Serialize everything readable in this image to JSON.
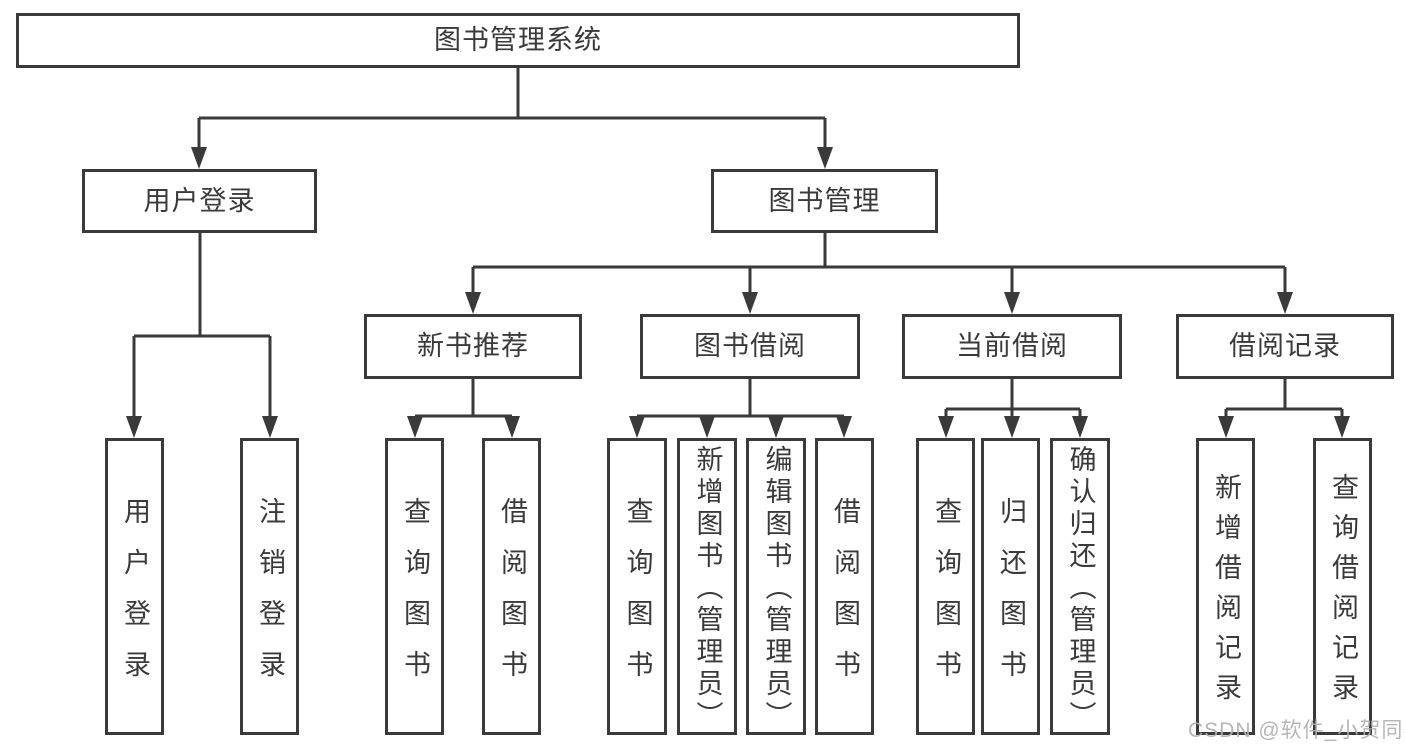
{
  "diagram": {
    "type": "tree",
    "title": "图书管理系统",
    "background": "#ffffff",
    "colors": {
      "line": "#3a3a3a",
      "box_border": "#3a3a3a",
      "text": "#3a3a3a",
      "watermark": "#b0b0b0"
    }
  },
  "nodes": {
    "root": "图书管理系统",
    "user_login": "用户登录",
    "book_manage": "图书管理",
    "new_book_recommend": "新书推荐",
    "book_borrow": "图书借阅",
    "current_borrow": "当前借阅",
    "borrow_records": "借阅记录",
    "login_user": "用户登录",
    "login_logout": "注销登录",
    "recommend_query_books": "查询图书",
    "recommend_borrow_books": "借阅图书",
    "borrow_query_books": "查询图书",
    "borrow_add_books_admin": "新增图书（管理员）",
    "borrow_edit_books_admin": "编辑图书（管理员）",
    "borrow_borrow_books": "借阅图书",
    "current_query_books": "查询图书",
    "current_return_books": "归还图书",
    "current_confirm_return_admin": "确认归还（管理员）",
    "records_add_record": "新增借阅记录",
    "records_query_record": "查询借阅记录"
  },
  "hierarchy": [
    {
      "label": "图书管理系统",
      "children": [
        {
          "label": "用户登录",
          "children": [
            {
              "label": "用户登录"
            },
            {
              "label": "注销登录"
            }
          ]
        },
        {
          "label": "图书管理",
          "children": [
            {
              "label": "新书推荐",
              "children": [
                {
                  "label": "查询图书"
                },
                {
                  "label": "借阅图书"
                }
              ]
            },
            {
              "label": "图书借阅",
              "children": [
                {
                  "label": "查询图书"
                },
                {
                  "label": "新增图书（管理员）"
                },
                {
                  "label": "编辑图书（管理员）"
                },
                {
                  "label": "借阅图书"
                }
              ]
            },
            {
              "label": "当前借阅",
              "children": [
                {
                  "label": "查询图书"
                },
                {
                  "label": "归还图书"
                },
                {
                  "label": "确认归还（管理员）"
                }
              ]
            },
            {
              "label": "借阅记录",
              "children": [
                {
                  "label": "新增借阅记录"
                },
                {
                  "label": "查询借阅记录"
                }
              ]
            }
          ]
        }
      ]
    }
  ],
  "watermark": "CSDN @软件_小贺同学"
}
